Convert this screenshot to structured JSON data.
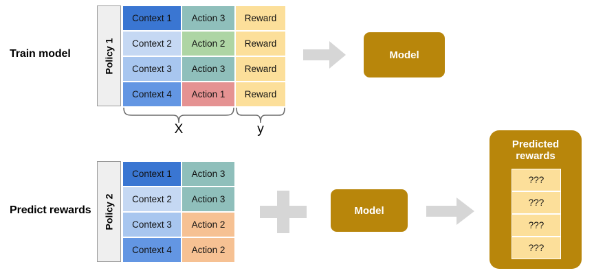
{
  "colors": {
    "gold": "#b8860b",
    "arrow_gray": "#d6d6d6",
    "policy_fill": "#efefef",
    "policy_stroke": "#999999",
    "reward_fill": "#fcdf9a",
    "blue_1": "#3a76d2",
    "blue_2": "#c5d8f3",
    "blue_3": "#a8c6ef",
    "blue_4": "#6396e3",
    "teal": "#8fbfbb",
    "green": "#aed5a4",
    "red": "#e59292",
    "orange": "#f6c193",
    "white": "#ffffff",
    "text": "#111111"
  },
  "train_section": {
    "label": "Train model",
    "policy_label": "Policy 1",
    "columns": [
      "Context",
      "Action",
      "Reward"
    ],
    "rows": [
      {
        "context": "Context 1",
        "action": "Action 3",
        "reward": "Reward",
        "context_color": "#3a76d2",
        "action_color": "#8fbfbb",
        "reward_color": "#fcdf9a"
      },
      {
        "context": "Context 2",
        "action": "Action 2",
        "reward": "Reward",
        "context_color": "#c5d8f3",
        "action_color": "#aed5a4",
        "reward_color": "#fcdf9a"
      },
      {
        "context": "Context 3",
        "action": "Action 3",
        "reward": "Reward",
        "context_color": "#a8c6ef",
        "action_color": "#8fbfbb",
        "reward_color": "#fcdf9a"
      },
      {
        "context": "Context 4",
        "action": "Action 1",
        "reward": "Reward",
        "context_color": "#6396e3",
        "action_color": "#e59292",
        "reward_color": "#fcdf9a"
      }
    ],
    "brace_x_label": "X",
    "brace_y_label": "y",
    "arrow": "block-arrow-right",
    "model_label": "Model"
  },
  "predict_section": {
    "label": "Predict rewards",
    "policy_label": "Policy 2",
    "columns": [
      "Context",
      "Action"
    ],
    "rows": [
      {
        "context": "Context 1",
        "action": "Action 3",
        "context_color": "#3a76d2",
        "action_color": "#8fbfbb"
      },
      {
        "context": "Context 2",
        "action": "Action 3",
        "context_color": "#c5d8f3",
        "action_color": "#8fbfbb"
      },
      {
        "context": "Context 3",
        "action": "Action 2",
        "context_color": "#a8c6ef",
        "action_color": "#f6c193"
      },
      {
        "context": "Context 4",
        "action": "Action 2",
        "context_color": "#6396e3",
        "action_color": "#f6c193"
      }
    ],
    "plus_symbol": "+",
    "model_label": "Model",
    "arrow": "block-arrow-right",
    "predicted": {
      "title_line1": "Predicted",
      "title_line2": "rewards",
      "values": [
        "???",
        "???",
        "???",
        "???"
      ],
      "cell_color": "#fcdf9a"
    }
  }
}
